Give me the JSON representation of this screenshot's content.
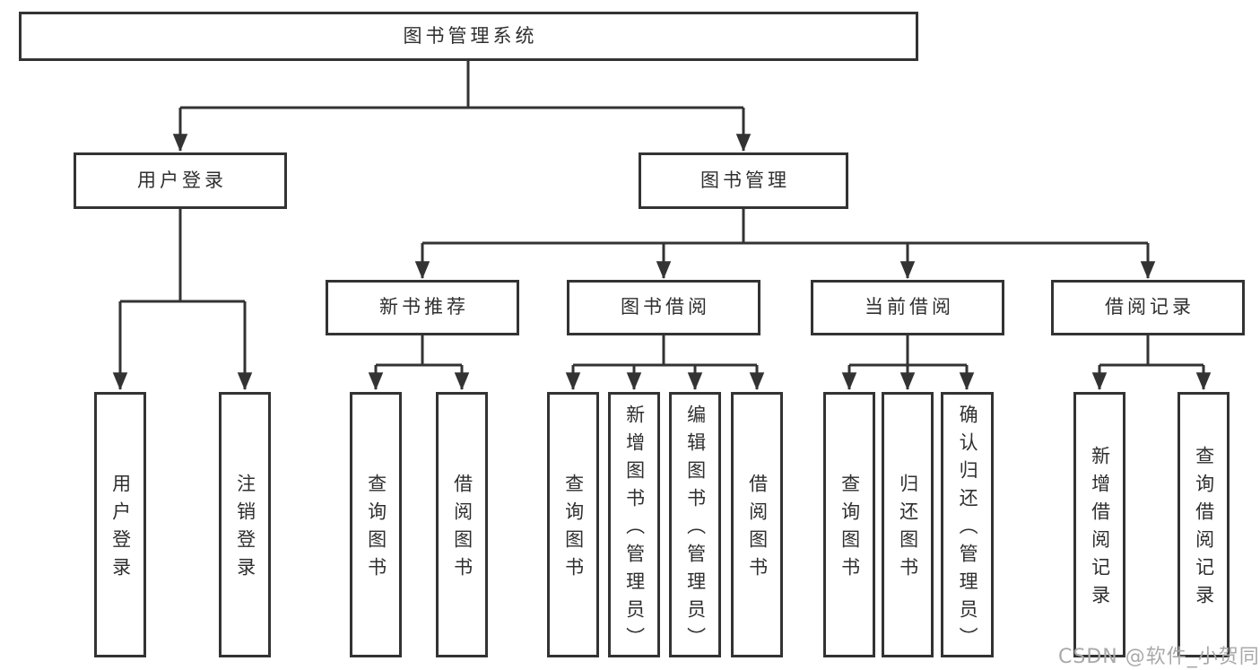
{
  "tree": {
    "label": "图书管理系统",
    "children": [
      {
        "label": "用户登录",
        "children": [
          {
            "label": "用户登录"
          },
          {
            "label": "注销登录"
          }
        ]
      },
      {
        "label": "图书管理",
        "children": [
          {
            "label": "新书推荐",
            "children": [
              {
                "label": "查询图书"
              },
              {
                "label": "借阅图书"
              }
            ]
          },
          {
            "label": "图书借阅",
            "children": [
              {
                "label": "查询图书"
              },
              {
                "label": "新增图书（管理员）"
              },
              {
                "label": "编辑图书（管理员）"
              },
              {
                "label": "借阅图书"
              }
            ]
          },
          {
            "label": "当前借阅",
            "children": [
              {
                "label": "查询图书"
              },
              {
                "label": "归还图书"
              },
              {
                "label": "确认归还（管理员）"
              }
            ]
          },
          {
            "label": "借阅记录",
            "children": [
              {
                "label": "新增借阅记录"
              },
              {
                "label": "查询借阅记录"
              }
            ]
          }
        ]
      }
    ]
  },
  "watermark": "CSDN @软件_小贺同学",
  "colors": {
    "line": "#333333",
    "text": "#2f2f2f",
    "watermark": "#a9a9a9",
    "background": "#ffffff"
  }
}
